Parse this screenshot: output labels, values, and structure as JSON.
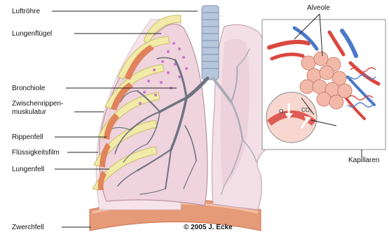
{
  "labels": {
    "luftroehre": "Luftröhre",
    "lungenfluegel": "Lungenflügel",
    "bronchiole": "Bronchiole",
    "zwischenrippen_1": "Zwischenrippen-",
    "zwischenrippen_2": "muskulatur",
    "rippenfell": "Rippenfell",
    "fluessigkeitsfilm": "Flüssigkeitsfilm",
    "lungenfell": "Lungenfell",
    "zwerchfell": "Zwerchfell",
    "alveole": "Alveole",
    "kapillaren": "Kapillaren"
  },
  "inset": {
    "o2": "O₂",
    "co2": "CO₂"
  },
  "copyright": "© 2005 J. Ecke",
  "colors": {
    "lung_fill": "#efd3dd",
    "lung_outline": "#c9a7b6",
    "rib": "#f1eaa8",
    "rib_outline": "#c7bf6a",
    "muscle": "#e07a52",
    "diaphragm": "#e59a78",
    "trachea": "#b7c7dc",
    "bronchi": "#6d7480",
    "alveoli": "#c878c6",
    "artery": "#d9473f",
    "vein": "#4a78c9"
  }
}
